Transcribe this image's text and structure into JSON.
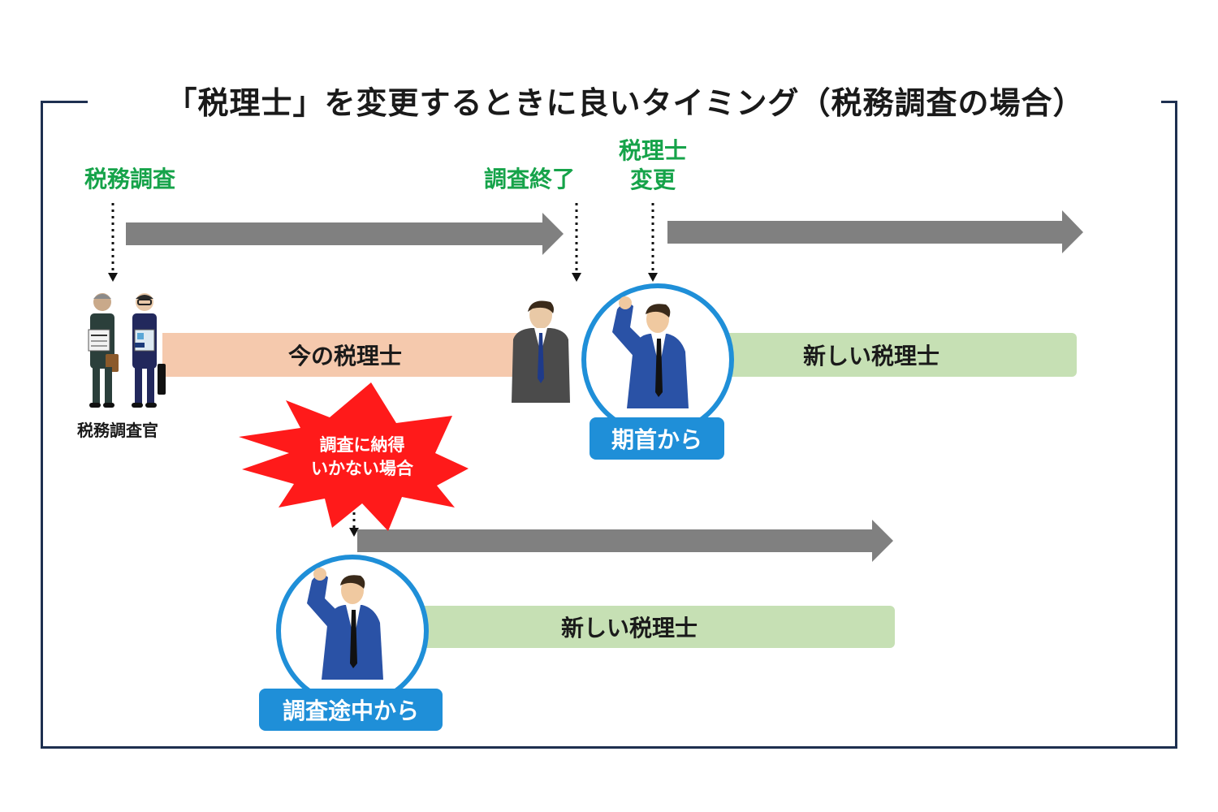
{
  "title": "「税理士」を変更するときに良いタイミング（税務調査の場合）",
  "labels": {
    "tax_audit": "税務調査",
    "audit_end": "調査終了",
    "change_line1": "税理士",
    "change_line2": "変更"
  },
  "bars": {
    "current": "今の税理士",
    "new_top": "新しい税理士",
    "new_bottom": "新しい税理士"
  },
  "badges": {
    "from_fiscal_start": "期首から",
    "from_mid_audit": "調査途中から"
  },
  "officer_label": "税務調査官",
  "burst": {
    "line1": "調査に納得",
    "line2": "いかない場合"
  },
  "colors": {
    "frame": "#1e3050",
    "green": "#16a34a",
    "arrow": "#808080",
    "current_bar": "#f5c9ad",
    "new_bar": "#c6e0b4",
    "badge": "#1f8fd8",
    "burst": "#ff1a1a"
  }
}
